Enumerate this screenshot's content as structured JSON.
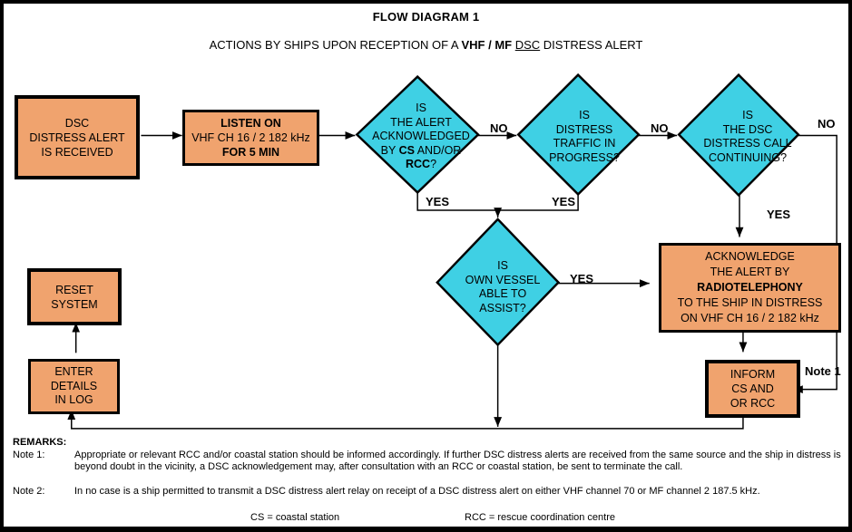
{
  "title": "FLOW DIAGRAM 1",
  "subtitle": {
    "prefix": "ACTIONS BY SHIPS UPON RECEPTION OF A ",
    "bold": "VHF / MF ",
    "underlined": "DSC",
    "suffix": " DISTRESS ALERT"
  },
  "colors": {
    "box_fill": "#F0A36E",
    "diamond_fill": "#3FD0E4",
    "line_color": "#000000"
  },
  "boxes": {
    "received": {
      "line1": "DSC",
      "line2": "DISTRESS ALERT",
      "line3": "IS RECEIVED"
    },
    "listen": {
      "line1": "LISTEN ON",
      "line2": "VHF CH 16 / 2 182 kHz",
      "line3": "FOR 5 MIN"
    },
    "acknowledge": {
      "line1": "ACKNOWLEDGE",
      "line2": "THE ALERT BY",
      "line3": "RADIOTELEPHONY",
      "line4": "TO THE SHIP IN DISTRESS",
      "line5": "ON VHF CH 16 / 2 182 kHz"
    },
    "inform": {
      "line1": "INFORM",
      "line2": "CS AND",
      "line3": "OR RCC"
    },
    "reset": {
      "line1": "RESET",
      "line2": "SYSTEM"
    },
    "enter": {
      "line1": "ENTER",
      "line2": "DETAILS",
      "line3": "IN LOG"
    }
  },
  "diamonds": {
    "alert_acknowledged": {
      "line1": "IS",
      "line2": "THE ALERT",
      "line3": "ACKNOWLEDGED",
      "line4_pre": "BY ",
      "line4_bold": "CS",
      "line4_post": " AND/OR",
      "line5_bold": "RCC",
      "line5_post": "?"
    },
    "distress_traffic": {
      "line1": "IS",
      "line2": "DISTRESS",
      "line3": "TRAFFIC IN",
      "line4": "PROGRESS?"
    },
    "dsc_continuing": {
      "line1": "IS",
      "line2": "THE DSC",
      "line3": "DISTRESS CALL",
      "line4": "CONTINUING?"
    },
    "own_vessel": {
      "line1": "IS",
      "line2": "OWN VESSEL",
      "line3": "ABLE TO",
      "line4": "ASSIST?"
    }
  },
  "labels": {
    "no1": "NO",
    "no2": "NO",
    "no3": "NO",
    "yes1": "YES",
    "yes2": "YES",
    "yes3": "YES",
    "yes4": "YES",
    "note1_tag": "Note 1"
  },
  "remarks": {
    "heading": "REMARKS:",
    "note1_label": "Note 1:",
    "note1_text": "Appropriate or relevant RCC and/or coastal station should be informed accordingly. If further DSC distress alerts are received from the same source and the ship in distress is beyond doubt in the vicinity, a DSC acknowledgement may, after consultation with an RCC or coastal station, be sent to terminate the call.",
    "note2_label": "Note 2:",
    "note2_text": "In no case is a ship permitted to transmit a DSC distress alert relay on receipt of a DSC distress alert on either VHF channel 70 or MF channel 2 187.5 kHz.",
    "def_cs": "CS = coastal station",
    "def_rcc": "RCC = rescue coordination centre"
  }
}
